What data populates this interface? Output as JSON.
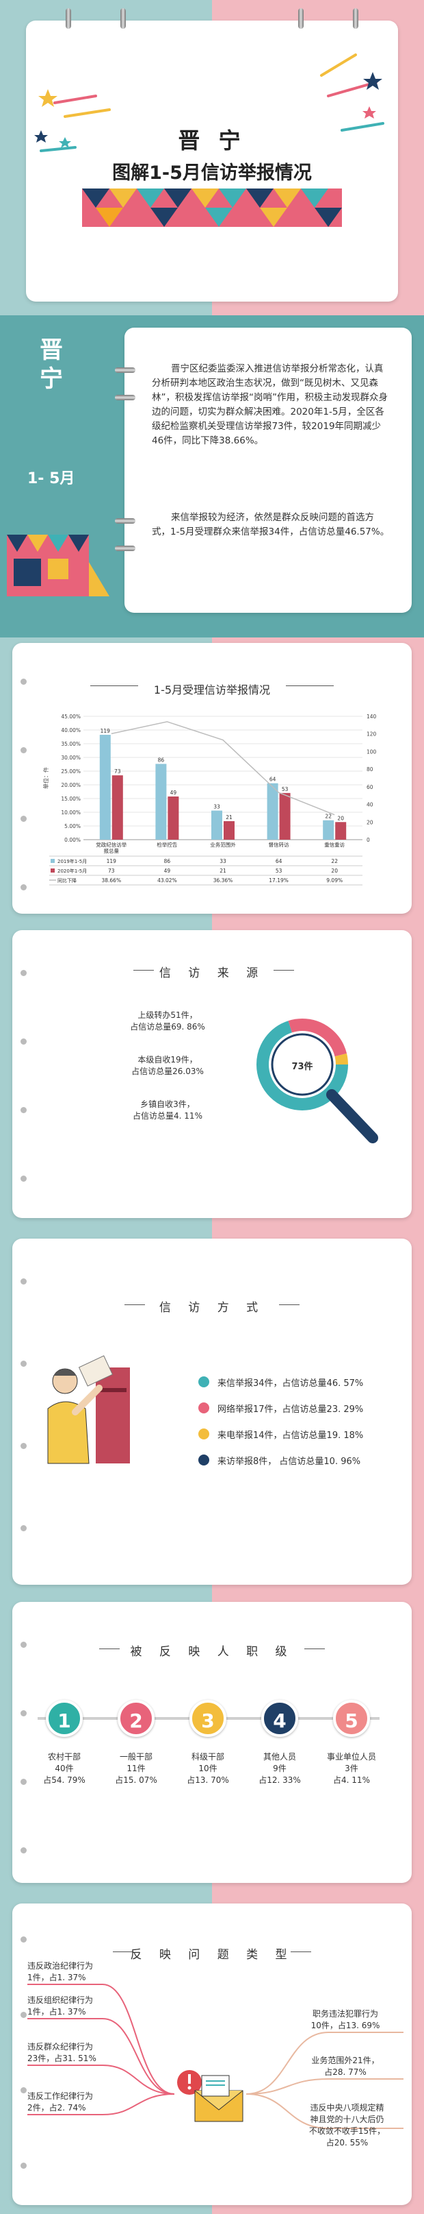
{
  "cover": {
    "title_line1": "晋 宁",
    "title_line2": "图解1-5月信访举报情况"
  },
  "intro": {
    "side_title": "晋宁",
    "side_period": "1- 5月",
    "para1": "晋宁区纪委监委深入推进信访举报分析常态化，认真分析研判本地区政治生态状况，做到“既见树木、又见森林”，积极发挥信访举报“岗哨”作用，积极主动发现群众身边的问题，切实为群众解决困难。2020年1-5月，全区各级纪检监察机关受理信访举报73件，较2019年同期减少46件，同比下降38.66%。",
    "para2": "来信举报较为经济，依然是群众反映问题的首选方式，1-5月受理群众来信举报34件，占信访总量46.57%。"
  },
  "chart_section": {
    "title": "1-5月受理信访举报情况"
  },
  "chart_data": {
    "type": "bar",
    "title": "1-5月受理信访举报情况",
    "categories": [
      "党政纪信访举报总量",
      "检举控告",
      "业务范围外",
      "督信转访",
      "重信重访"
    ],
    "series": [
      {
        "name": "2019年1-5月",
        "values": [
          119,
          86,
          33,
          64,
          22
        ],
        "color": "#8ec6da"
      },
      {
        "name": "2020年1-5月",
        "values": [
          73,
          49,
          21,
          53,
          20
        ],
        "color": "#c0485a"
      },
      {
        "name": "同比下降",
        "values": [
          38.66,
          43.02,
          36.36,
          17.19,
          9.09
        ],
        "color": "#bdbdbd",
        "type": "line"
      }
    ],
    "decline_labels": [
      "38.66%",
      "43.02%",
      "36.36%",
      "17.19%",
      "9.09%"
    ],
    "y_left_ticks": [
      "45.00%",
      "40.00%",
      "35.00%",
      "30.00%",
      "25.00%",
      "20.00%",
      "15.00%",
      "10.00%",
      "5.00%",
      "0.00%"
    ],
    "y_right_ticks": [
      "140",
      "120",
      "100",
      "80",
      "60",
      "40",
      "20",
      "0"
    ],
    "ylabel": "单位：件",
    "ylim_right": [
      0,
      140
    ],
    "ylim_left": [
      0,
      45
    ]
  },
  "sources": {
    "title": "信 访 来 源",
    "center": "73件",
    "items": [
      {
        "line1": "上级转办51件，",
        "line2": "占信访总量69. 86%"
      },
      {
        "line1": "本级自收19件，",
        "line2": "占信访总量26.03%"
      },
      {
        "line1": "乡镇自收3件，",
        "line2": "占信访总量4. 11%"
      }
    ]
  },
  "methods": {
    "title": "信 访 方 式",
    "items": [
      {
        "text": "来信举报34件，占信访总量46. 57%",
        "color": "#3fb1b5"
      },
      {
        "text": "网络举报17件，占信访总量23. 29%",
        "color": "#e8637a"
      },
      {
        "text": "来电举报14件，占信访总量19. 18%",
        "color": "#f3bd3c"
      },
      {
        "text": "来访举报8件，  占信访总量10. 96%",
        "color": "#1f3f66"
      }
    ]
  },
  "ranks": {
    "title": "被 反 映 人 职 级",
    "items": [
      {
        "num": "1",
        "name": "农村干部",
        "count": "40件",
        "pct": "占54. 79%",
        "color": "#2fb0a5"
      },
      {
        "num": "2",
        "name": "一般干部",
        "count": "11件",
        "pct": "占15. 07%",
        "color": "#e8637a"
      },
      {
        "num": "3",
        "name": "科级干部",
        "count": "10件",
        "pct": "占13. 70%",
        "color": "#f3bd3c"
      },
      {
        "num": "4",
        "name": "其他人员",
        "count": "9件",
        "pct": "占12. 33%",
        "color": "#1f3f66"
      },
      {
        "num": "5",
        "name": "事业单位人员",
        "count": "3件",
        "pct": "占4. 11%",
        "color": "#f08a8a"
      }
    ]
  },
  "issues": {
    "title": "反 映 问 题 类 型",
    "left": [
      {
        "line1": "违反政治纪律行为",
        "line2": "1件，占1. 37%"
      },
      {
        "line1": "违反组织纪律行为",
        "line2": "1件，占1. 37%"
      },
      {
        "line1": "违反群众纪律行为",
        "line2": "23件，占31. 51%"
      },
      {
        "line1": "违反工作纪律行为",
        "line2": "2件，占2. 74%"
      }
    ],
    "right": [
      {
        "line1": "职务违法犯罪行为",
        "line2": "10件，占13. 69%"
      },
      {
        "line1": "业务范围外21件，",
        "line2": "占28. 77%"
      },
      {
        "line1": "违反中央八项规定精",
        "line2": "神且党的十八大后仍",
        "line3": "不收敛不收手15件，",
        "line4": "占20. 55%"
      }
    ]
  }
}
